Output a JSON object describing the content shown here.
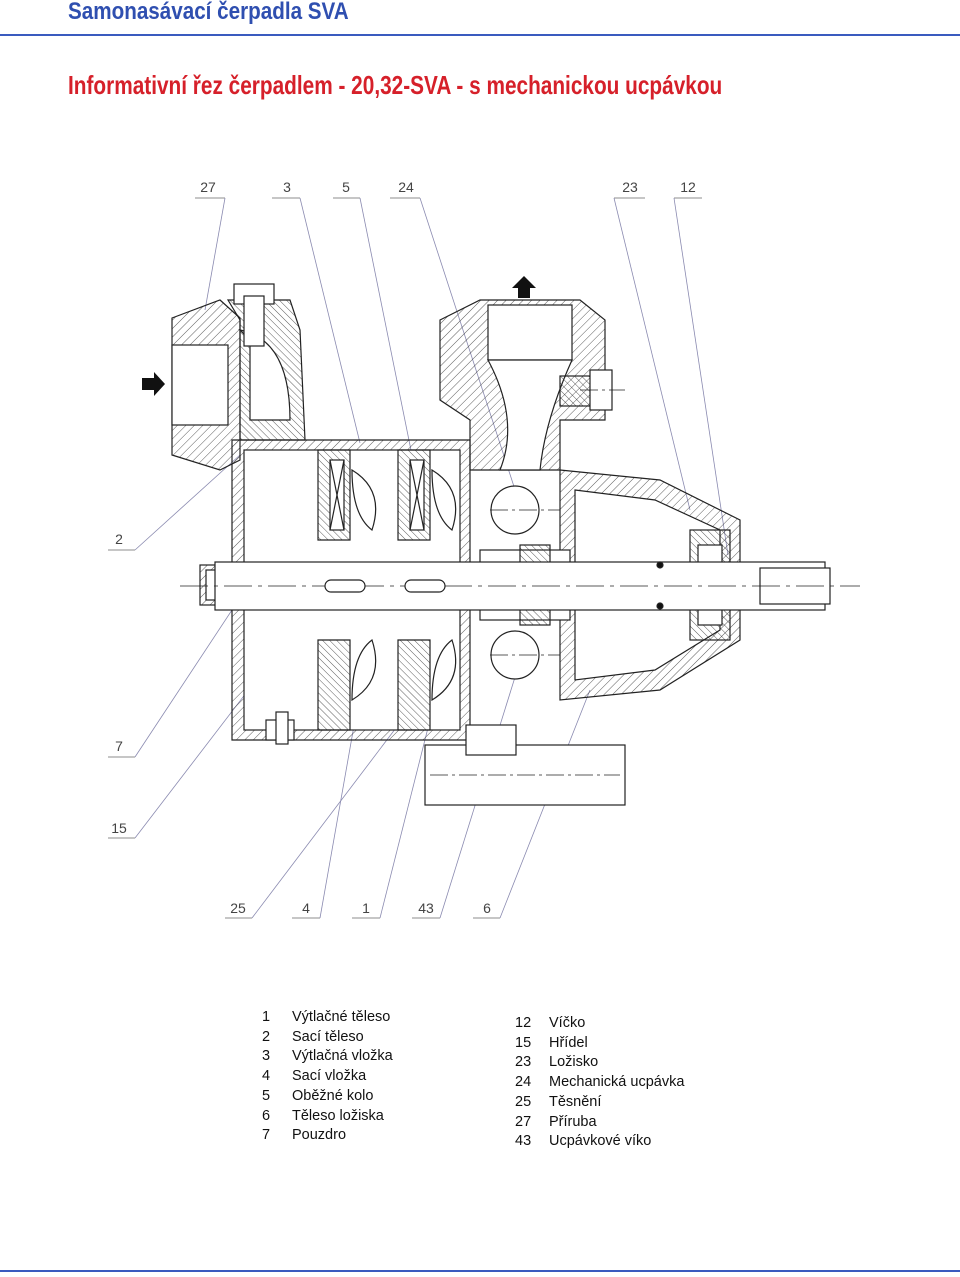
{
  "header": {
    "title": "Samonasávací čerpadla SVA"
  },
  "subtitle": "Informativní řez čerpadlem - 20,32-SVA - s mechanickou ucpávkou",
  "callouts": {
    "top": [
      "27",
      "3",
      "5",
      "24",
      "23",
      "12"
    ],
    "left": [
      "2",
      "7",
      "15"
    ],
    "bottom": [
      "25",
      "4",
      "1",
      "43",
      "6"
    ]
  },
  "legend_left": [
    {
      "num": "1",
      "name": "Výtlačné těleso"
    },
    {
      "num": "2",
      "name": "Sací těleso"
    },
    {
      "num": "3",
      "name": "Výtlačná vložka"
    },
    {
      "num": "4",
      "name": "Sací vložka"
    },
    {
      "num": "5",
      "name": "Oběžné kolo"
    },
    {
      "num": "6",
      "name": "Těleso ložiska"
    },
    {
      "num": "7",
      "name": "Pouzdro"
    }
  ],
  "legend_right": [
    {
      "num": "12",
      "name": "Víčko"
    },
    {
      "num": "15",
      "name": "Hřídel"
    },
    {
      "num": "23",
      "name": "Ložisko"
    },
    {
      "num": "24",
      "name": "Mechanická ucpávka"
    },
    {
      "num": "25",
      "name": "Těsnění"
    },
    {
      "num": "27",
      "name": "Příruba"
    },
    {
      "num": "43",
      "name": "Ucpávkové víko"
    }
  ],
  "colors": {
    "title_blue": "#2f4fb0",
    "subtitle_red": "#d6202a",
    "rule_blue": "#3a5bbf",
    "line": "#222222"
  }
}
